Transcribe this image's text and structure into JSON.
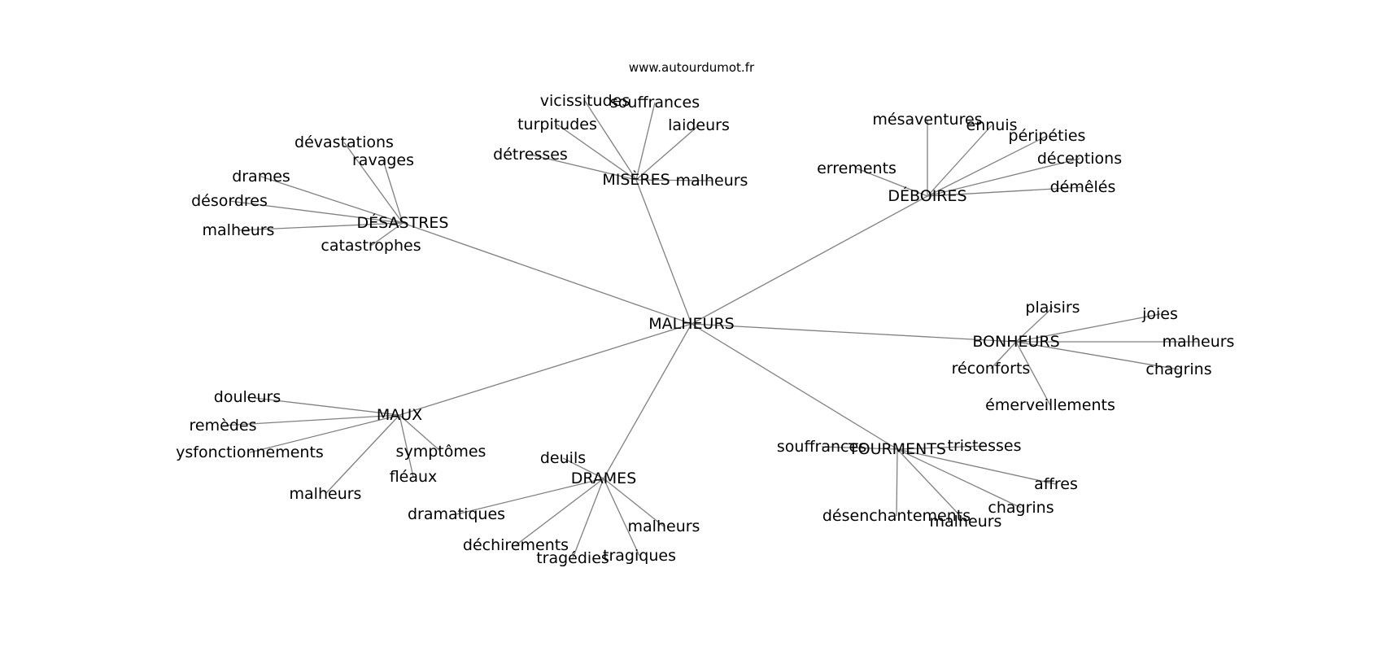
{
  "source": "www.autourdumot.fr",
  "graph": {
    "center": "MALHEURS",
    "clusters": [
      {
        "label": "DÉSASTRES",
        "words": [
          "dévastations",
          "ravages",
          "drames",
          "désordres",
          "malheurs",
          "catastrophes"
        ]
      },
      {
        "label": "MISÈRES",
        "words": [
          "vicissitudes",
          "souffrances",
          "turpitudes",
          "laideurs",
          "détresses",
          "malheurs"
        ]
      },
      {
        "label": "DÉBOIRES",
        "words": [
          "mésaventures",
          "ennuis",
          "péripéties",
          "errements",
          "déceptions",
          "démêlés"
        ]
      },
      {
        "label": "BONHEURS",
        "words": [
          "plaisirs",
          "joies",
          "malheurs",
          "réconforts",
          "chagrins",
          "émerveillements"
        ]
      },
      {
        "label": "TOURMENTS",
        "words": [
          "souffrances",
          "tristesses",
          "affres",
          "chagrins",
          "désenchantements",
          "malheurs"
        ]
      },
      {
        "label": "DRAMES",
        "words": [
          "deuils",
          "dramatiques",
          "malheurs",
          "déchirements",
          "tragédies",
          "tragiques"
        ]
      },
      {
        "label": "MAUX",
        "words": [
          "douleurs",
          "remèdes",
          "ysfonctionnements",
          "symptômes",
          "fléaux",
          "malheurs"
        ]
      }
    ]
  }
}
